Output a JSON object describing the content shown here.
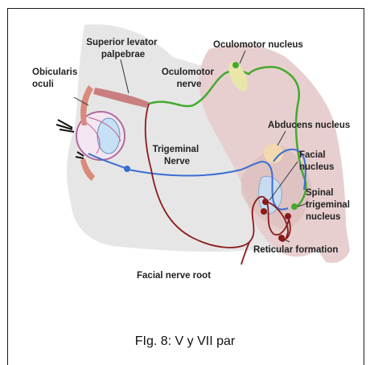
{
  "figure": {
    "labels": {
      "orbicularis": [
        "Obicularis",
        "oculi"
      ],
      "levator": [
        "Superior levator",
        "palpebrae"
      ],
      "oculomotor_nucleus": "Oculomotor nucleus",
      "oculomotor_nerve": [
        "Oculomotor",
        "nerve"
      ],
      "abducens": "Abducens nucleus",
      "trigeminal_nerve": [
        "Trigeminal",
        "Nerve"
      ],
      "facial_nucleus": [
        "Facial",
        "nucleus"
      ],
      "spinal_trigeminal": [
        "Spinal",
        "trigeminal",
        "nucleus"
      ],
      "facial_root": "Facial nerve root",
      "reticular": "Reticular formation"
    },
    "caption": "FIg. 8: V y VII par"
  },
  "colors": {
    "brainstem": "#e8cfcf",
    "head": "#e4e4e4",
    "green_nerve": "#44aa2e",
    "blue_nerve": "#3a6fd0",
    "red_nerve": "#8b1a1a"
  }
}
